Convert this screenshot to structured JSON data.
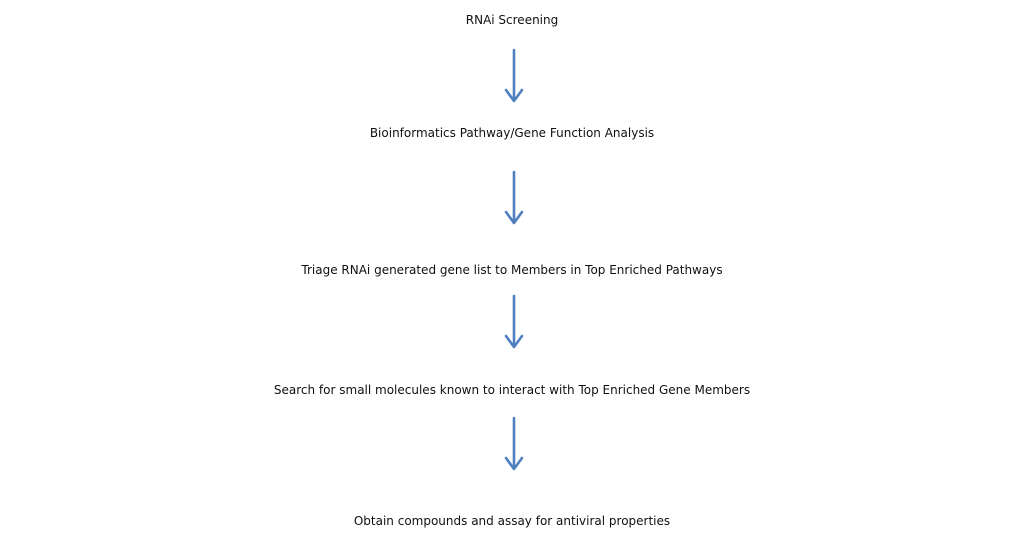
{
  "flowchart": {
    "steps": [
      {
        "label": "RNAi Screening"
      },
      {
        "label": "Bioinformatics Pathway/Gene Function Analysis"
      },
      {
        "label": "Triage RNAi generated gene list to Members in Top Enriched Pathways"
      },
      {
        "label": "Search for small molecules known to interact with Top Enriched Gene Members"
      },
      {
        "label": "Obtain compounds and assay for antiviral properties"
      }
    ],
    "arrow_color": "#4f7fbf",
    "text_color": "#111111",
    "arrow_icon": "arrow-down-icon"
  }
}
